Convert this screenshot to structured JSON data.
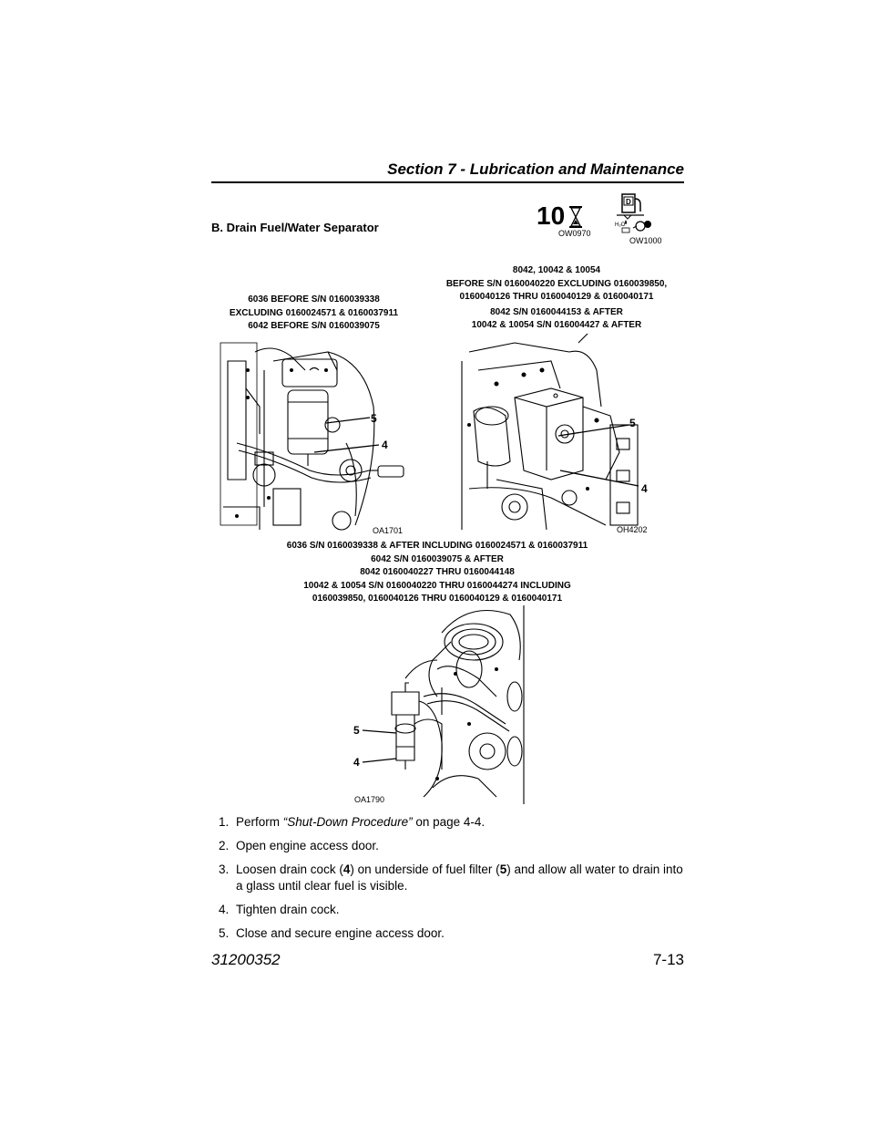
{
  "header": {
    "section_title": "Section 7 - Lubrication and Maintenance"
  },
  "procedure": {
    "title": "B. Drain Fuel/Water Separator"
  },
  "service_icons": {
    "interval_value": "10",
    "interval_icon": "hourglass-icon",
    "interval_code": "OW0970",
    "task_icon": "fuel-water-separator-icon",
    "task_code": "OW1000"
  },
  "figures": [
    {
      "caption_lines": [
        "6036 BEFORE S/N 0160039338",
        "EXCLUDING 0160024571 & 0160037911",
        "6042 BEFORE S/N 0160039075"
      ],
      "code": "OA1701",
      "callouts": [
        "5",
        "4"
      ]
    },
    {
      "caption_lines": [
        "8042, 10042 & 10054",
        "BEFORE S/N 0160040220 EXCLUDING 0160039850,",
        "0160040126 THRU 0160040129 & 0160040171",
        "8042 S/N 0160044153 & AFTER",
        "10042 & 10054 S/N 016004427 & AFTER"
      ],
      "code": "OH4202",
      "callouts": [
        "5",
        "4"
      ]
    },
    {
      "caption_lines": [
        "6036 S/N 0160039338 & AFTER INCLUDING 0160024571 & 0160037911",
        "6042 S/N 0160039075 & AFTER",
        "8042 0160040227 THRU 0160044148",
        "10042 & 10054 S/N 0160040220 THRU 0160044274 INCLUDING",
        "0160039850, 0160040126 THRU 0160040129 & 0160040171"
      ],
      "code": "OA1790",
      "callouts": [
        "5",
        "4"
      ]
    }
  ],
  "steps": [
    {
      "num": "1.",
      "before": "Perform ",
      "italic": "“Shut-Down Procedure”",
      "after": " on page 4-4."
    },
    {
      "num": "2.",
      "text": "Open engine access door."
    },
    {
      "num": "3.",
      "p1": "Loosen drain cock (",
      "b1": "4",
      "p2": ") on underside of fuel filter (",
      "b2": "5",
      "p3": ") and allow all water to drain into a glass until clear fuel is visible."
    },
    {
      "num": "4.",
      "text": "Tighten drain cock."
    },
    {
      "num": "5.",
      "text": "Close and secure engine access door."
    }
  ],
  "footer": {
    "doc_number": "31200352",
    "page_number": "7-13"
  }
}
